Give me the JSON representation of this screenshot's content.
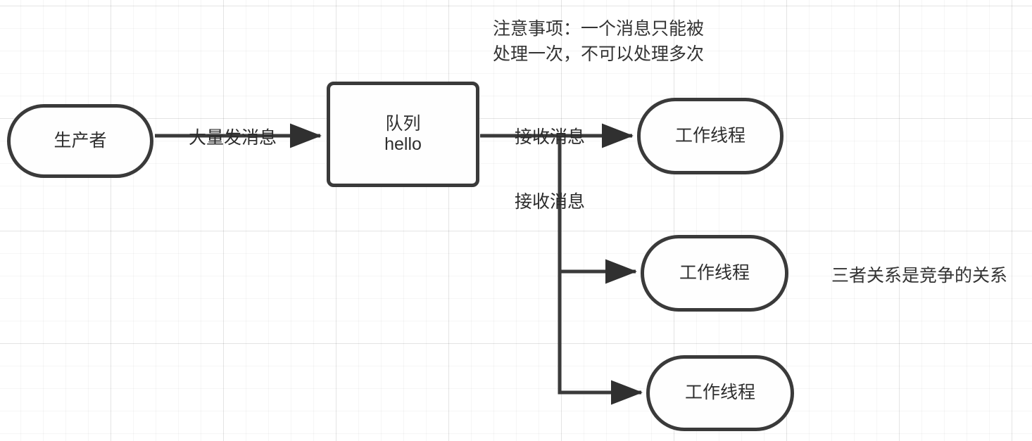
{
  "diagram": {
    "title_note": "注意事项：一个消息只能被\n处理一次，不可以处理多次",
    "side_note": "三者关系是竞争的关系",
    "stroke_color": "#3a3a3a",
    "text_color": "#2e2e2e",
    "background": "#ffffff",
    "nodes": [
      {
        "id": "producer",
        "label": "生产者",
        "sublabel": "",
        "shape": "pill"
      },
      {
        "id": "queue",
        "label": "队列",
        "sublabel": "hello",
        "shape": "rect"
      },
      {
        "id": "worker1",
        "label": "工作线程",
        "sublabel": "",
        "shape": "pill"
      },
      {
        "id": "worker2",
        "label": "工作线程",
        "sublabel": "",
        "shape": "pill"
      },
      {
        "id": "worker3",
        "label": "工作线程",
        "sublabel": "",
        "shape": "pill"
      }
    ],
    "edges": [
      {
        "id": "produce",
        "label": "大量发消息",
        "from": "producer",
        "to": "queue"
      },
      {
        "id": "consume1",
        "label": "接收消息",
        "from": "queue",
        "to": "worker1"
      },
      {
        "id": "consume2",
        "label": "接收消息",
        "from": "queue",
        "to": "worker2"
      },
      {
        "id": "consume3",
        "label": "",
        "from": "queue",
        "to": "worker3"
      }
    ]
  }
}
